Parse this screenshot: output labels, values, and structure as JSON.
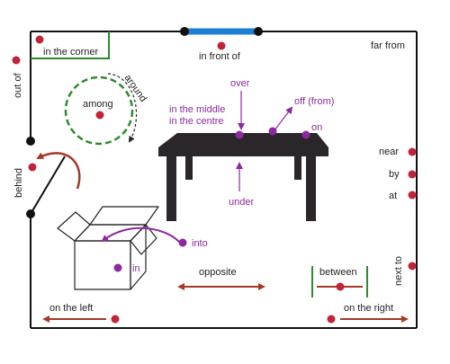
{
  "labels": {
    "in_the_corner": "in the corner",
    "in_front_of": "in front of",
    "far_from": "far from",
    "out_of": "out of",
    "among": "among",
    "around": "around",
    "over": "over",
    "off_from": "off (from)",
    "in_the_middle": "in the middle",
    "in_the_centre": "in the centre",
    "on": "on",
    "under": "under",
    "near": "near",
    "by": "by",
    "at": "at",
    "behind": "behind",
    "into": "into",
    "in": "in",
    "opposite": "opposite",
    "between": "between",
    "next_to": "next to",
    "on_the_left": "on the left",
    "on_the_right": "on the right"
  },
  "colors": {
    "dot": "#c0243a",
    "purple": "#8b2a9e",
    "green": "#2e8b2e",
    "arrow_brown": "#a33a2a",
    "door_blue": "#1e7fd6",
    "table": "#2a262a",
    "room_line": "#111111"
  }
}
